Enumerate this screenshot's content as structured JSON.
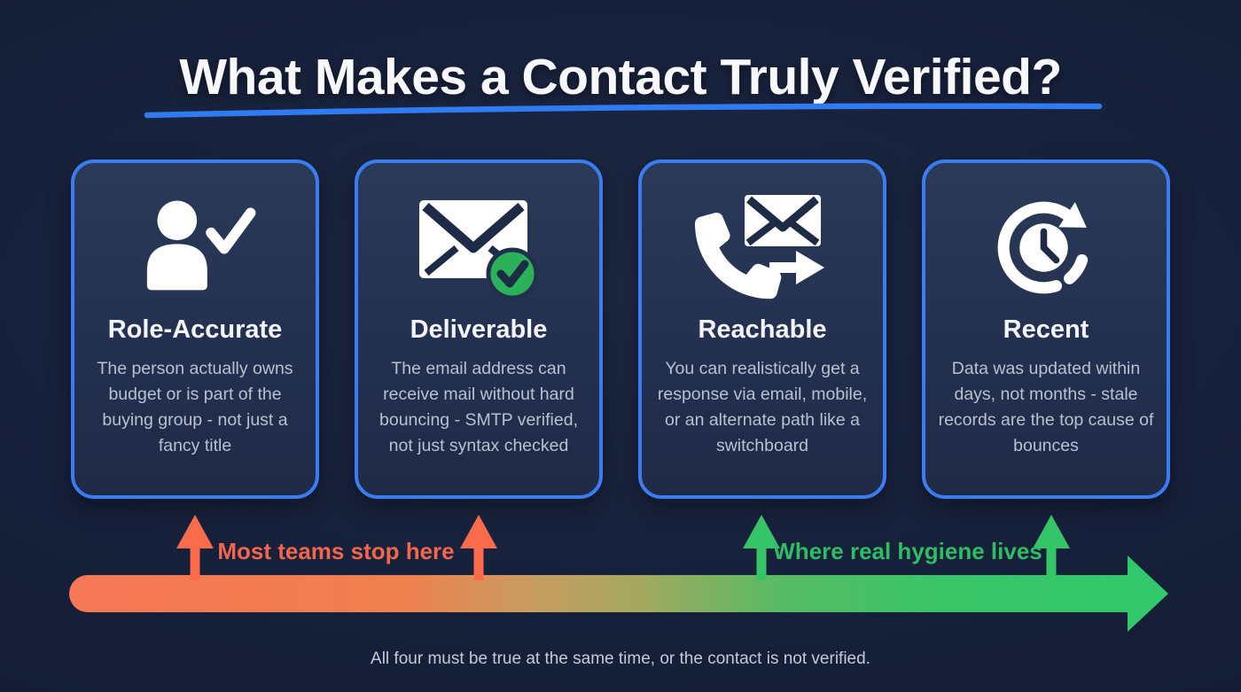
{
  "header": {
    "title": "What Makes a Contact Truly Verified?"
  },
  "cards": [
    {
      "icon": "person-check-icon",
      "title": "Role-Accurate",
      "description": "The person actually owns budget or is part of the buying group - not just a fancy title"
    },
    {
      "icon": "envelope-check-icon",
      "title": "Deliverable",
      "description": "The email address can receive mail without hard bouncing - SMTP verified, not just syntax checked"
    },
    {
      "icon": "phone-reach-icon",
      "title": "Reachable",
      "description": "You can realistically get a response via email, mobile, or an alternate path like a switchboard"
    },
    {
      "icon": "clock-refresh-icon",
      "title": "Recent",
      "description": "Data was updated within days, not months - stale records are the top cause of bounces"
    }
  ],
  "timeline": {
    "left_label": "Most teams stop here",
    "right_label": "Where real hygiene lives",
    "direction": "left-to-right",
    "colors": {
      "gradient_start": "#F77757",
      "gradient_mid": "#A3A95F",
      "gradient_end": "#30C96B",
      "left_marker": "#FA6B4B",
      "right_marker": "#35C468",
      "left_label_text": "#F2664C",
      "right_label_text": "#2EBD62"
    }
  },
  "footer": {
    "note": "All four must be true at the same time, or the contact is not verified."
  },
  "colors": {
    "background": "#17203A",
    "card_background": "#243050",
    "card_border": "#3A7DF0",
    "title_underline": "#2F7BF2",
    "heading_text": "#F7F8FB",
    "body_text": "#B7C1D1",
    "badge_green": "#2BB157"
  }
}
